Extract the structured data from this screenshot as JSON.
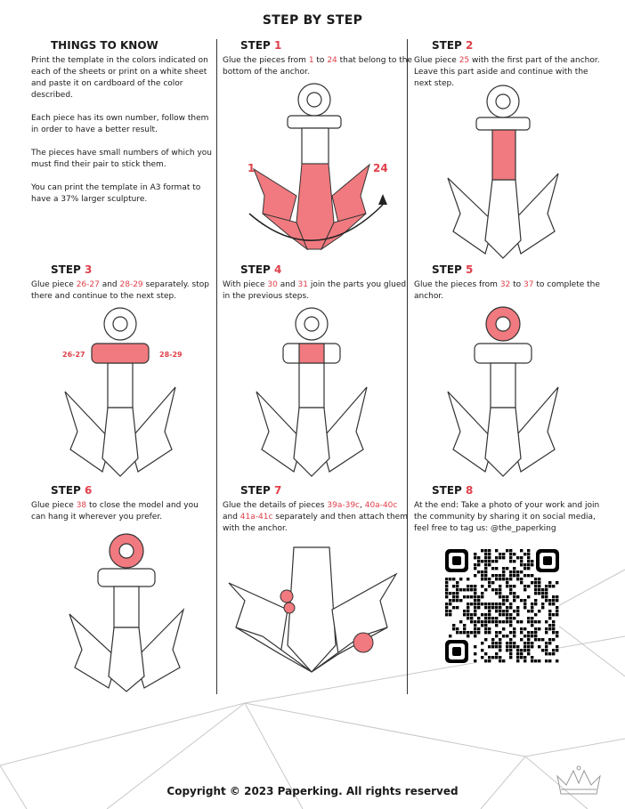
{
  "title": "STEP BY STEP",
  "things_to_know": {
    "heading": "THINGS TO KNOW",
    "p1": "Print the template in the colors indicated on each of the sheets or print on a white sheet and paste it on cardboard of the color described.",
    "p2": "Each piece has its own number, follow them in order to have a better result.",
    "p3": "The pieces have small numbers of which you must find their pair to stick them.",
    "p4": "You can print the template in A3 format to have a 37% larger sculpture."
  },
  "step_word": "STEP",
  "steps": [
    {
      "num": "1",
      "parts": [
        "Glue the pieces from ",
        "1",
        " to ",
        "24",
        " that belong to the bottom of the anchor."
      ],
      "labels": [
        "1",
        "24"
      ]
    },
    {
      "num": "2",
      "parts": [
        "Glue piece ",
        "25",
        " with the first part of the anchor. Leave this part aside and continue with the next step."
      ]
    },
    {
      "num": "3",
      "parts": [
        "Glue piece ",
        "26-27",
        " and ",
        "28-29",
        " separately. stop there and continue to the next step."
      ],
      "labels": [
        "26-27",
        "28-29"
      ]
    },
    {
      "num": "4",
      "parts": [
        "With piece ",
        "30",
        " and ",
        "31",
        " join the parts you glued in the previous steps."
      ]
    },
    {
      "num": "5",
      "parts": [
        "Glue the pieces from ",
        "32",
        " to ",
        "37",
        " to complete the anchor."
      ]
    },
    {
      "num": "6",
      "parts": [
        "Glue piece ",
        "38",
        " to close the model and you can hang it wherever you prefer."
      ]
    },
    {
      "num": "7",
      "parts": [
        "Glue the details of pieces ",
        "39a-39c",
        ", ",
        "40a-40c",
        " and ",
        "41a-41c",
        " separately and then attach them with the anchor."
      ]
    },
    {
      "num": "8",
      "parts": [
        "At the end: Take a photo of your work and join the community by sharing it on social media, feel free to tag us: @the_paperking"
      ]
    }
  ],
  "copyright": "Copyright © 2023 Paperking. All rights reserved",
  "colors": {
    "accent": "#e0404a",
    "fill": "#f07a7f"
  },
  "icons": [
    "anchor-illustration",
    "qr-code",
    "crown-logo"
  ]
}
